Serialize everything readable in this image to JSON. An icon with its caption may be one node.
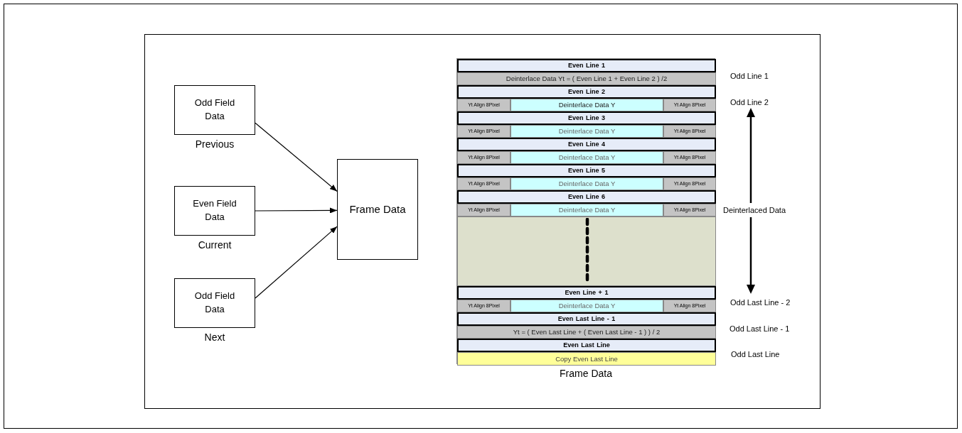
{
  "diagram": {
    "nodes": [
      {
        "text": [
          "Odd Field Data"
        ],
        "beside": [
          "Previous"
        ]
      },
      {
        "text": [
          "Even Field Data"
        ],
        "beside": [
          "Current"
        ]
      },
      {
        "text": [
          "Odd Field Data"
        ],
        "beside": [
          "Next"
        ]
      },
      {
        "text": [
          "Frame Data"
        ]
      },
      {
        "text": [],
        "shape": "box",
        "beside": [
          "Frame Data"
        ]
      },
      {
        "text": [
          "Even Line 1"
        ],
        "in": 4
      },
      {
        "text": [
          "Deinterlace Data Yt = ( Even Line 1 + Even Line 2 ) /2"
        ],
        "in": 4
      },
      {
        "text": [
          "Even Line 2"
        ],
        "in": 4
      },
      {
        "text": [
          "Yt Align 8Pixel"
        ],
        "in": 4
      },
      {
        "text": [
          "Deinterlace Data Y"
        ],
        "in": 4
      },
      {
        "text": [
          "Yt Align 8Pixel"
        ],
        "in": 4
      },
      {
        "text": [
          "Even Line 3"
        ],
        "in": 4
      },
      {
        "text": [
          "Yt Align 8Pixel"
        ],
        "in": 4
      },
      {
        "text": [
          "Deinterlace Data Y"
        ],
        "in": 4
      },
      {
        "text": [
          "Yt Align 8Pixel"
        ],
        "in": 4
      },
      {
        "text": [
          "Even Line 4"
        ],
        "in": 4
      },
      {
        "text": [
          "Yt Align 8Pixel"
        ],
        "in": 4
      },
      {
        "text": [
          "Deinterlace Data Y"
        ],
        "in": 4
      },
      {
        "text": [
          "Yt Align 8Pixel"
        ],
        "in": 4
      },
      {
        "text": [
          "Even Line 5"
        ],
        "in": 4
      },
      {
        "text": [
          "Yt Align 8Pixel"
        ],
        "in": 4
      },
      {
        "text": [
          "Deinterlace Data Y"
        ],
        "in": 4
      },
      {
        "text": [
          "Yt Align 8Pixel"
        ],
        "in": 4
      },
      {
        "text": [
          "Even Line 6"
        ],
        "in": 4
      },
      {
        "text": [
          "Yt Align 8Pixel"
        ],
        "in": 4
      },
      {
        "text": [
          "Deinterlace Data Y"
        ],
        "in": 4
      },
      {
        "text": [
          "Yt Align 8Pixel"
        ],
        "in": 4
      },
      {
        "text": [],
        "shape": "box",
        "in": 4
      },
      {
        "text": [
          "Even Line + 1"
        ],
        "in": 4
      },
      {
        "text": [
          "Yt Align 8Pixel"
        ],
        "in": 4
      },
      {
        "text": [
          "Deinterlace Data Y"
        ],
        "in": 4
      },
      {
        "text": [
          "Yt Align 8Pixel"
        ],
        "in": 4
      },
      {
        "text": [
          "Even Last Line - 1"
        ],
        "in": 4
      },
      {
        "text": [
          "Yt = ( Even Last Line + ( Even Last Line - 1 ) ) / 2"
        ],
        "in": 4
      },
      {
        "text": [
          "Even Last Line"
        ],
        "in": 4
      },
      {
        "text": [
          "Copy Even Last Line"
        ],
        "in": 4
      }
    ],
    "edges": [
      {
        "from": 0,
        "to": 3,
        "arrow": "to"
      },
      {
        "from": 1,
        "to": 3,
        "arrow": "to"
      },
      {
        "from": 2,
        "to": 3,
        "arrow": "to"
      }
    ],
    "labels": [
      "Odd Line 1",
      "Odd Line 2",
      "Deinterlaced Data",
      "Odd Last Line - 2",
      "Odd Last Line - 1",
      "Odd Last Line"
    ]
  }
}
